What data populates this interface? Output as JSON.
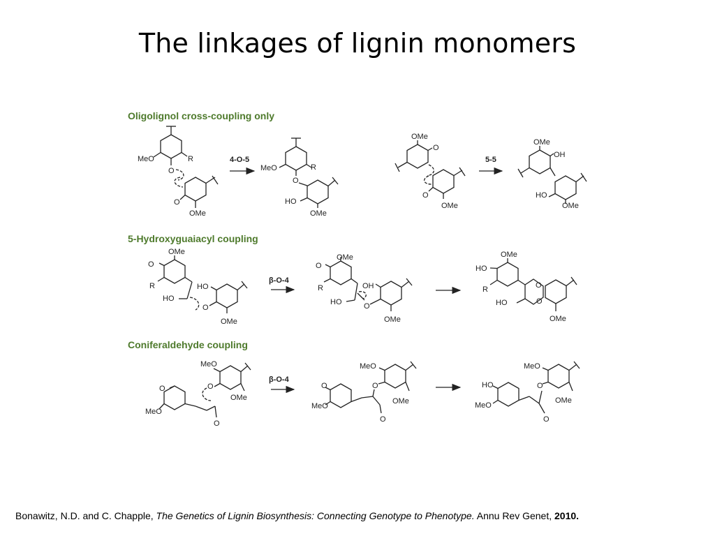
{
  "title": "The linkages of lignin monomers",
  "sections": {
    "cross": "Oligolignol cross-coupling only",
    "hydroxy": "5-Hydroxyguaiacyl coupling",
    "conifer": "Coniferaldehyde coupling"
  },
  "steps": {
    "s1": "4-O-5",
    "s2": "5-5",
    "s3": "β-O-4",
    "s4": "β-O-4"
  },
  "atoms": {
    "ome": "OMe",
    "meo": "MeO",
    "r": "R",
    "o": "O",
    "ho": "HO",
    "oh": "OH"
  },
  "citation": {
    "authors": "Bonawitz, N.D. and C. Chapple, ",
    "article": "The Genetics of Lignin Biosynthesis: Connecting Genotype to Phenotype.",
    "journal": " Annu Rev Genet, ",
    "year": "2010."
  }
}
